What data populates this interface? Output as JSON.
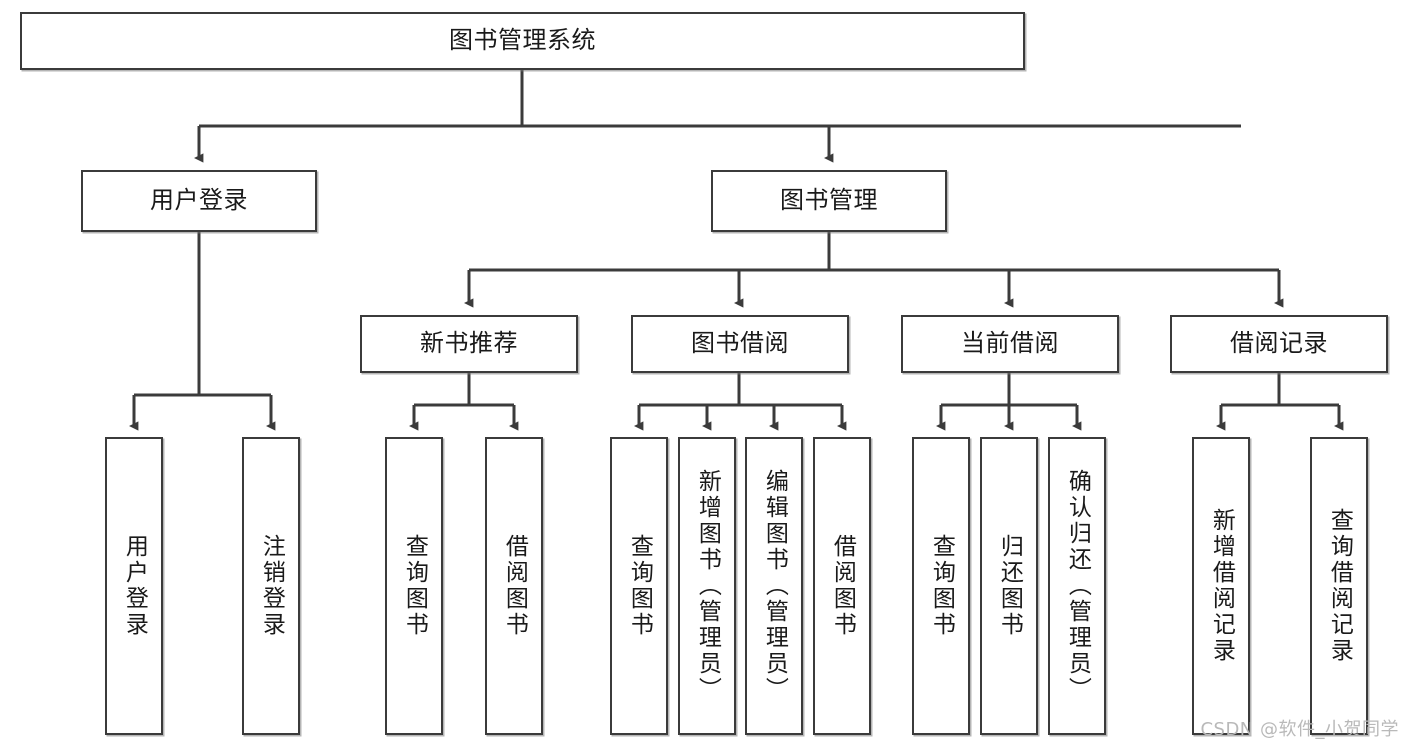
{
  "diagram": {
    "type": "tree-hierarchy",
    "title": "图书管理系统",
    "watermark": "CSDN @软件_小贺同学",
    "colors": {
      "box_border": "#3b3b3b",
      "box_fill": "#ffffff",
      "connector": "#3b3b3b",
      "text": "#1a1a1a",
      "watermark": "#b9b9b9"
    },
    "nodes": {
      "root": {
        "label": "图书管理系统",
        "level": 1
      },
      "l2": [
        {
          "id": "user-login",
          "label": "用户登录",
          "level": 2
        },
        {
          "id": "book-management",
          "label": "图书管理",
          "level": 2
        }
      ],
      "l3": [
        {
          "id": "new-book-recommend",
          "label": "新书推荐",
          "level": 3
        },
        {
          "id": "book-borrow",
          "label": "图书借阅",
          "level": 3
        },
        {
          "id": "current-borrow",
          "label": "当前借阅",
          "level": 3
        },
        {
          "id": "borrow-record",
          "label": "借阅记录",
          "level": 3
        }
      ],
      "leaves": {
        "user-login": [
          {
            "id": "leaf-user-login",
            "label": "用户登录"
          },
          {
            "id": "leaf-user-logout",
            "label": "注销登录"
          }
        ],
        "new-book-recommend": [
          {
            "id": "leaf-query-book-1",
            "label": "查询图书"
          },
          {
            "id": "leaf-borrow-book-1",
            "label": "借阅图书"
          }
        ],
        "book-borrow": [
          {
            "id": "leaf-query-book-2",
            "label": "查询图书"
          },
          {
            "id": "leaf-add-book",
            "label": "新增图书（管理员）"
          },
          {
            "id": "leaf-edit-book",
            "label": "编辑图书（管理员）"
          },
          {
            "id": "leaf-borrow-book-2",
            "label": "借阅图书"
          }
        ],
        "current-borrow": [
          {
            "id": "leaf-query-book-3",
            "label": "查询图书"
          },
          {
            "id": "leaf-return-book",
            "label": "归还图书"
          },
          {
            "id": "leaf-confirm-return",
            "label": "确认归还（管理员）"
          }
        ],
        "borrow-record": [
          {
            "id": "leaf-add-record",
            "label": "新增借阅记录"
          },
          {
            "id": "leaf-query-record",
            "label": "查询借阅记录"
          }
        ]
      }
    }
  }
}
